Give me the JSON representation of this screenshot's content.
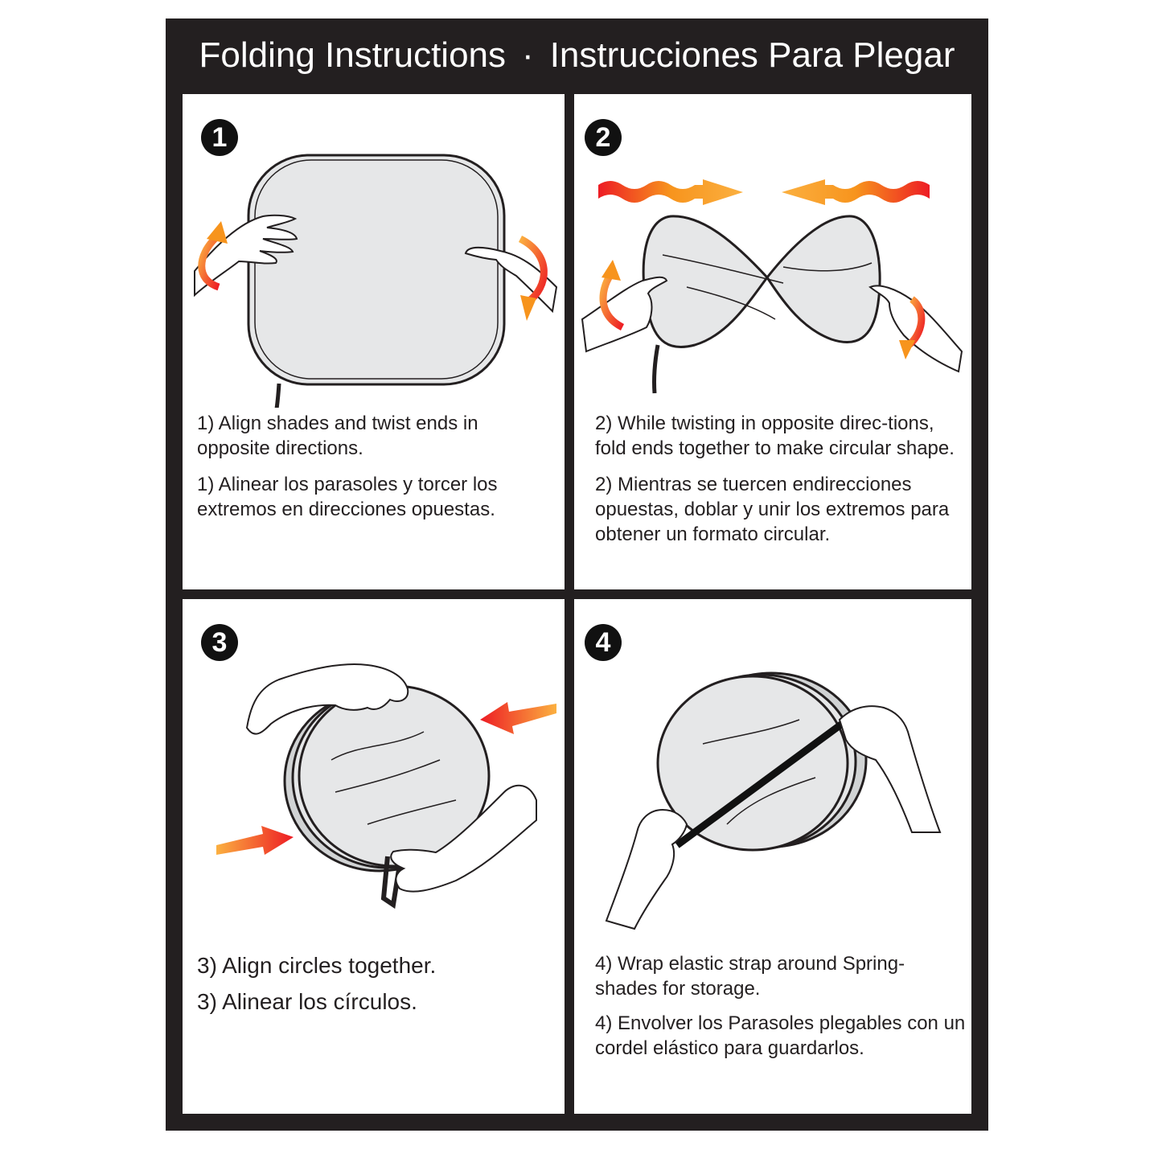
{
  "header": {
    "title_en": "Folding Instructions",
    "separator": "·",
    "title_es": "Instrucciones Para Plegar"
  },
  "steps": [
    {
      "number": "1",
      "text_en": "1) Align shades and twist ends in opposite directions.",
      "text_es": "1) Alinear los parasoles y torcer los extremos en direcciones opuestas."
    },
    {
      "number": "2",
      "text_en": "2) While twisting in opposite direc-tions, fold ends together to make circular shape.",
      "text_es": "2) Mientras se tuercen endirecciones opuestas, doblar y unir los extremos para obtener un formato circular."
    },
    {
      "number": "3",
      "text_en": "3) Align circles together.",
      "text_es": "3) Alinear los círculos."
    },
    {
      "number": "4",
      "text_en": "4) Wrap elastic strap around Spring-shades for storage.",
      "text_es": "4) Envolver los Parasoles plegables con un cordel elástico para guardarlos."
    }
  ],
  "colors": {
    "frame": "#231f20",
    "shade_fill": "#e6e7e8",
    "arrow_orange": "#f7941d",
    "arrow_red": "#ed1c24"
  }
}
